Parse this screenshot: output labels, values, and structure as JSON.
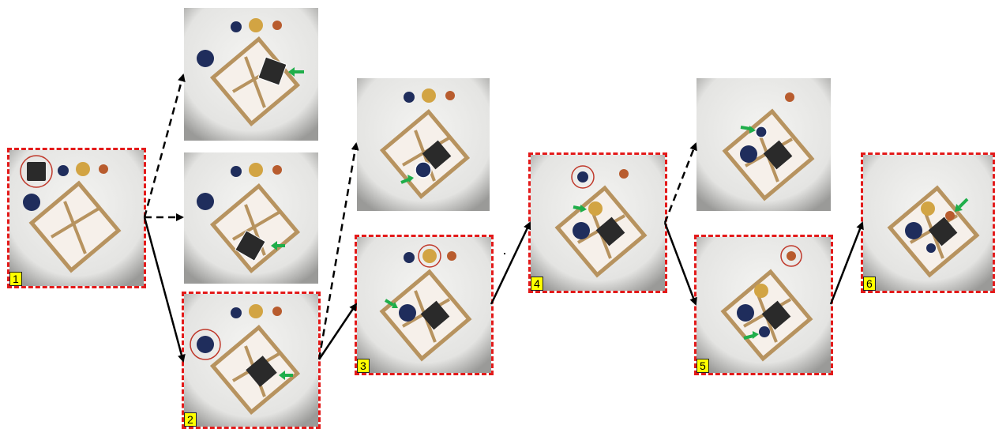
{
  "steps": [
    {
      "id": "1",
      "label": "1"
    },
    {
      "id": "2",
      "label": "2"
    },
    {
      "id": "3",
      "label": "3"
    },
    {
      "id": "4",
      "label": "4"
    },
    {
      "id": "5",
      "label": "5"
    },
    {
      "id": "6",
      "label": "6"
    }
  ],
  "colors": {
    "selected_frame": "#e31a1a",
    "step_label_bg": "#ffff00",
    "target_circle": "#c0392b",
    "placement_arrow": "#1fae4a",
    "transition_arrow": "#000000",
    "tray": "#b7935f",
    "navy_cup": "#1f2d5c",
    "gold_cup": "#d2a443",
    "orange_cup": "#b85c2e",
    "black_box": "#2a2a2a"
  },
  "icons": {
    "target_marker": "red-circle-icon",
    "placement_marker": "green-arrow-icon"
  }
}
